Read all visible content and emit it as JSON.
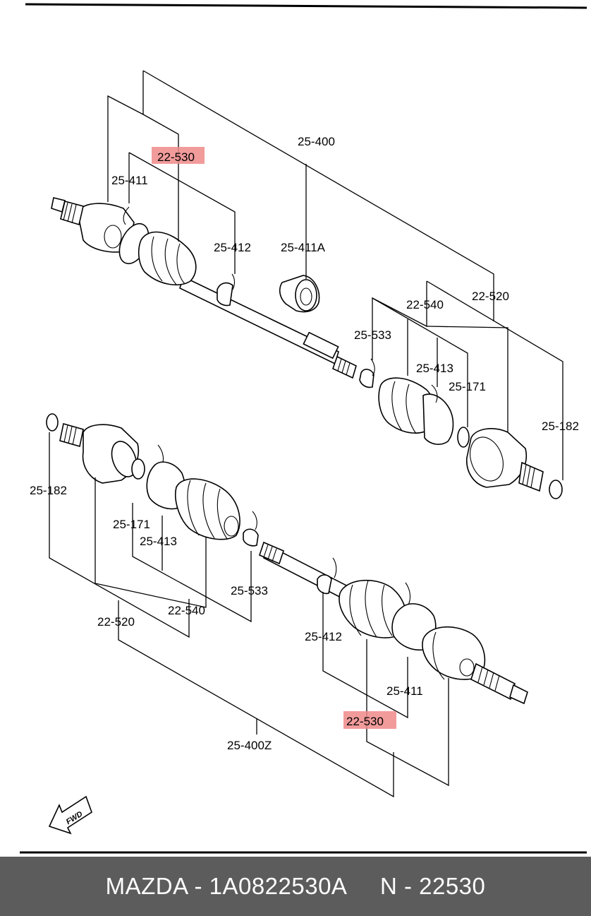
{
  "diagram": {
    "labels": {
      "p25_400": "25-400",
      "p22_530_top": "22-530",
      "p25_411_top": "25-411",
      "p25_412_top": "25-412",
      "p25_411a": "25-411A",
      "p22_520_top": "22-520",
      "p22_540_top": "22-540",
      "p25_533_top": "25-533",
      "p25_413_top": "25-413",
      "p25_171_top": "25-171",
      "p25_182_top": "25-182",
      "p25_182_bot": "25-182",
      "p25_171_bot": "25-171",
      "p25_413_bot": "25-413",
      "p25_533_bot": "25-533",
      "p22_540_bot": "22-540",
      "p22_520_bot": "22-520",
      "p25_412_bot": "25-412",
      "p25_411_bot": "25-411",
      "p22_530_bot": "22-530",
      "p25_400z": "25-400Z",
      "fwd": "FWD"
    },
    "highlight_color": "#f08a8a"
  },
  "footer": {
    "text": "MAZDA - 1A0822530A     N - 22530",
    "background": "#5c5c5c",
    "text_color": "#ffffff"
  }
}
